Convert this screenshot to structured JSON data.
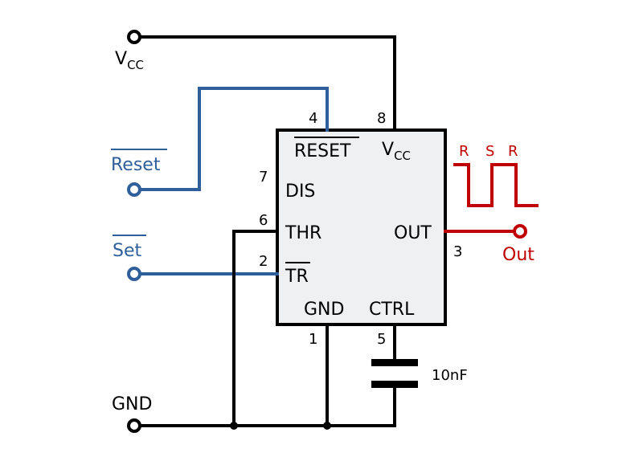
{
  "chip": {
    "reset_label": "RESET",
    "vcc_label": "V",
    "vcc_sub": "CC",
    "dis_label": "DIS",
    "thr_label": "THR",
    "out_label": "OUT",
    "tr_label": "TR",
    "gnd_label": "GND",
    "ctrl_label": "CTRL"
  },
  "pins": {
    "p1": "1",
    "p2": "2",
    "p3": "3",
    "p4": "4",
    "p5": "5",
    "p6": "6",
    "p7": "7",
    "p8": "8"
  },
  "terminals": {
    "vcc_main": "V",
    "vcc_sub": "CC",
    "reset": "Reset",
    "set": "Set",
    "gnd": "GND",
    "out": "Out"
  },
  "capacitor": {
    "value": "10nF"
  },
  "waveform": {
    "labels": [
      "R",
      "S",
      "R"
    ]
  },
  "colors": {
    "wire": "#000000",
    "input": "#2f5f9b",
    "output": "#c00000",
    "chip_fill": "#eef0f2"
  }
}
